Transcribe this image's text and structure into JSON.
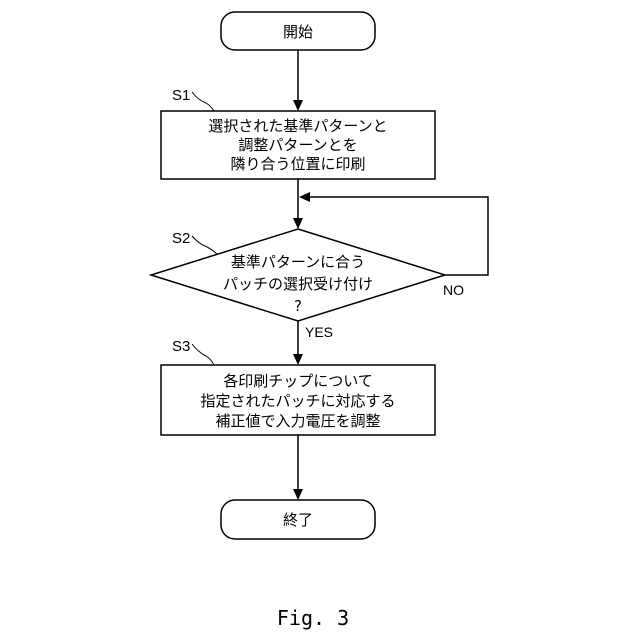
{
  "start": {
    "label": "開始"
  },
  "end": {
    "label": "終了"
  },
  "steps": {
    "s1": {
      "id": "S1",
      "lines": [
        "選択された基準パターンと",
        "調整パターンとを",
        "隣り合う位置に印刷"
      ]
    },
    "s2": {
      "id": "S2",
      "lines": [
        "基準パターンに合う",
        "パッチの選択受け付け",
        "?"
      ],
      "yes_label": "YES",
      "no_label": "NO"
    },
    "s3": {
      "id": "S3",
      "lines": [
        "各印刷チップについて",
        "指定されたパッチに対応する",
        "補正値で入力電圧を調整"
      ]
    }
  },
  "caption": "Fig. 3"
}
